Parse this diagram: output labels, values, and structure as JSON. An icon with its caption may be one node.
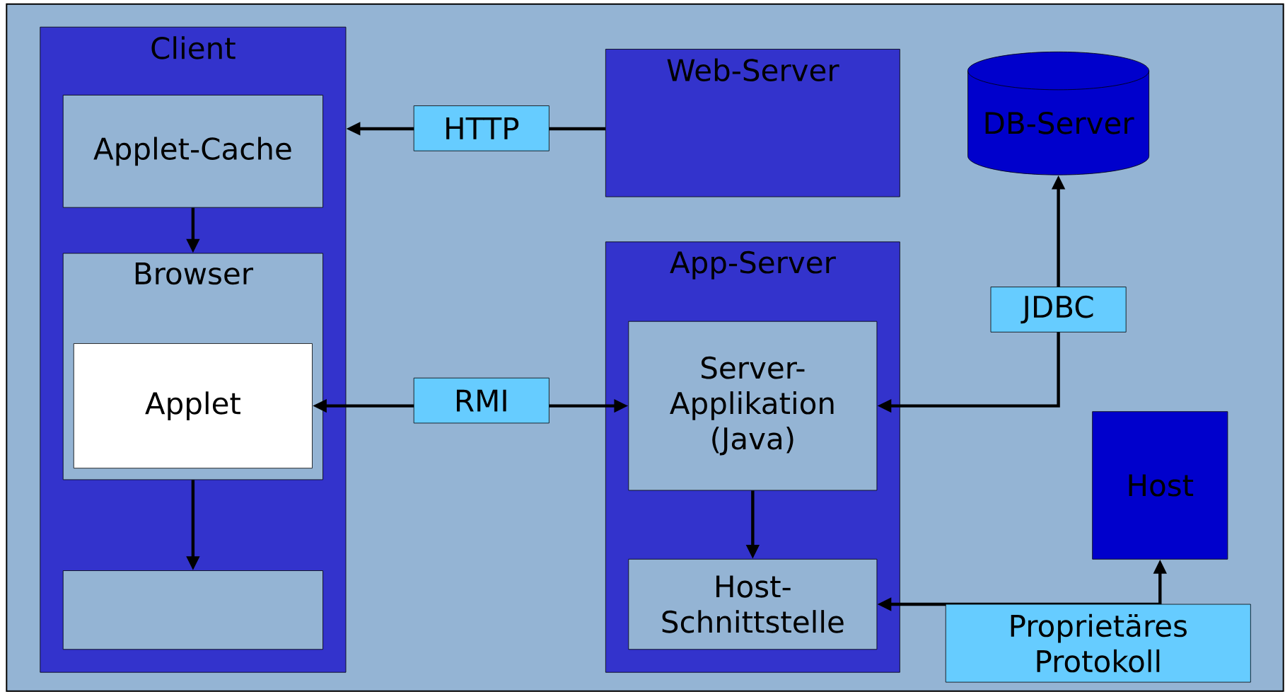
{
  "diagram": {
    "nodes": [
      {
        "text": [
          "Client"
        ]
      },
      {
        "text": [
          "Applet-Cache"
        ],
        "in": 0
      },
      {
        "text": [
          "Browser"
        ],
        "in": 0
      },
      {
        "text": [
          "Applet"
        ],
        "in": 2
      },
      {
        "text": [],
        "shape": "box",
        "in": 0
      },
      {
        "text": [
          "Web-Server"
        ]
      },
      {
        "text": [
          "DB-Server"
        ]
      },
      {
        "text": [
          "App-Server"
        ]
      },
      {
        "text": [
          "Server-Applikation (Java)"
        ],
        "in": 7
      },
      {
        "text": [
          "Host-Schnittstelle"
        ],
        "in": 7
      },
      {
        "text": [
          "Host"
        ]
      }
    ],
    "edges": [
      {
        "from": 5,
        "to": 0,
        "arrow": "to",
        "label": "HTTP"
      },
      {
        "from": 1,
        "to": 2,
        "arrow": "to"
      },
      {
        "from": 2,
        "to": 4,
        "arrow": "to"
      },
      {
        "from": 3,
        "to": 8,
        "arrow": "both",
        "label": "RMI"
      },
      {
        "from": 8,
        "to": 6,
        "arrow": "both",
        "label": "JDBC"
      },
      {
        "from": 8,
        "to": 9,
        "arrow": "to"
      },
      {
        "from": 9,
        "to": 10,
        "arrow": "both",
        "label": "Proprietäres Protokoll"
      }
    ]
  }
}
